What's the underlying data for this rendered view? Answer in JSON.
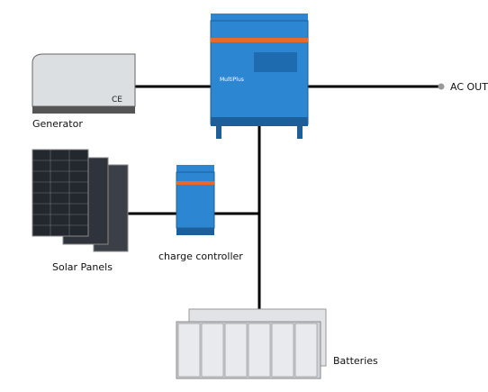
{
  "labels": {
    "generator": "Generator",
    "solar": "Solar Panels",
    "controller": "charge controller",
    "batteries": "Batteries",
    "ac_out": "AC OUT"
  },
  "ce_mark": "CE",
  "inverter_brand": "MultiPlus",
  "colors": {
    "victron_blue": "#2d86d1",
    "victron_orange": "#e86a2a",
    "wire": "#000000"
  }
}
